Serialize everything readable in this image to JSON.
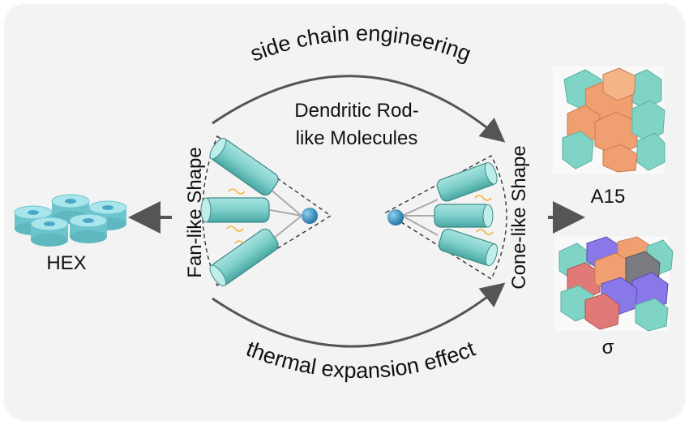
{
  "arcs": {
    "top_label": "side chain engineering",
    "bottom_label": "thermal expansion effect"
  },
  "center": {
    "line1": "Dendritic Rod-",
    "line2": "like Molecules"
  },
  "left": {
    "shape_label": "Fan-like Shape",
    "phase_label": "HEX"
  },
  "right": {
    "shape_label": "Cone-like Shape",
    "phase_a_label": "A15",
    "phase_b_label": "σ"
  },
  "colors": {
    "rod": "#7fcfcb",
    "rod_dark": "#4aa7a3",
    "core": "#2e8fc2",
    "chain": "#f2b233",
    "cube_orange": "#f0a070",
    "cube_teal": "#80d4c6",
    "cube_purple": "#8878e8",
    "cube_red": "#e07a78",
    "cube_gray": "#7a7a80",
    "arrow": "#555555"
  }
}
